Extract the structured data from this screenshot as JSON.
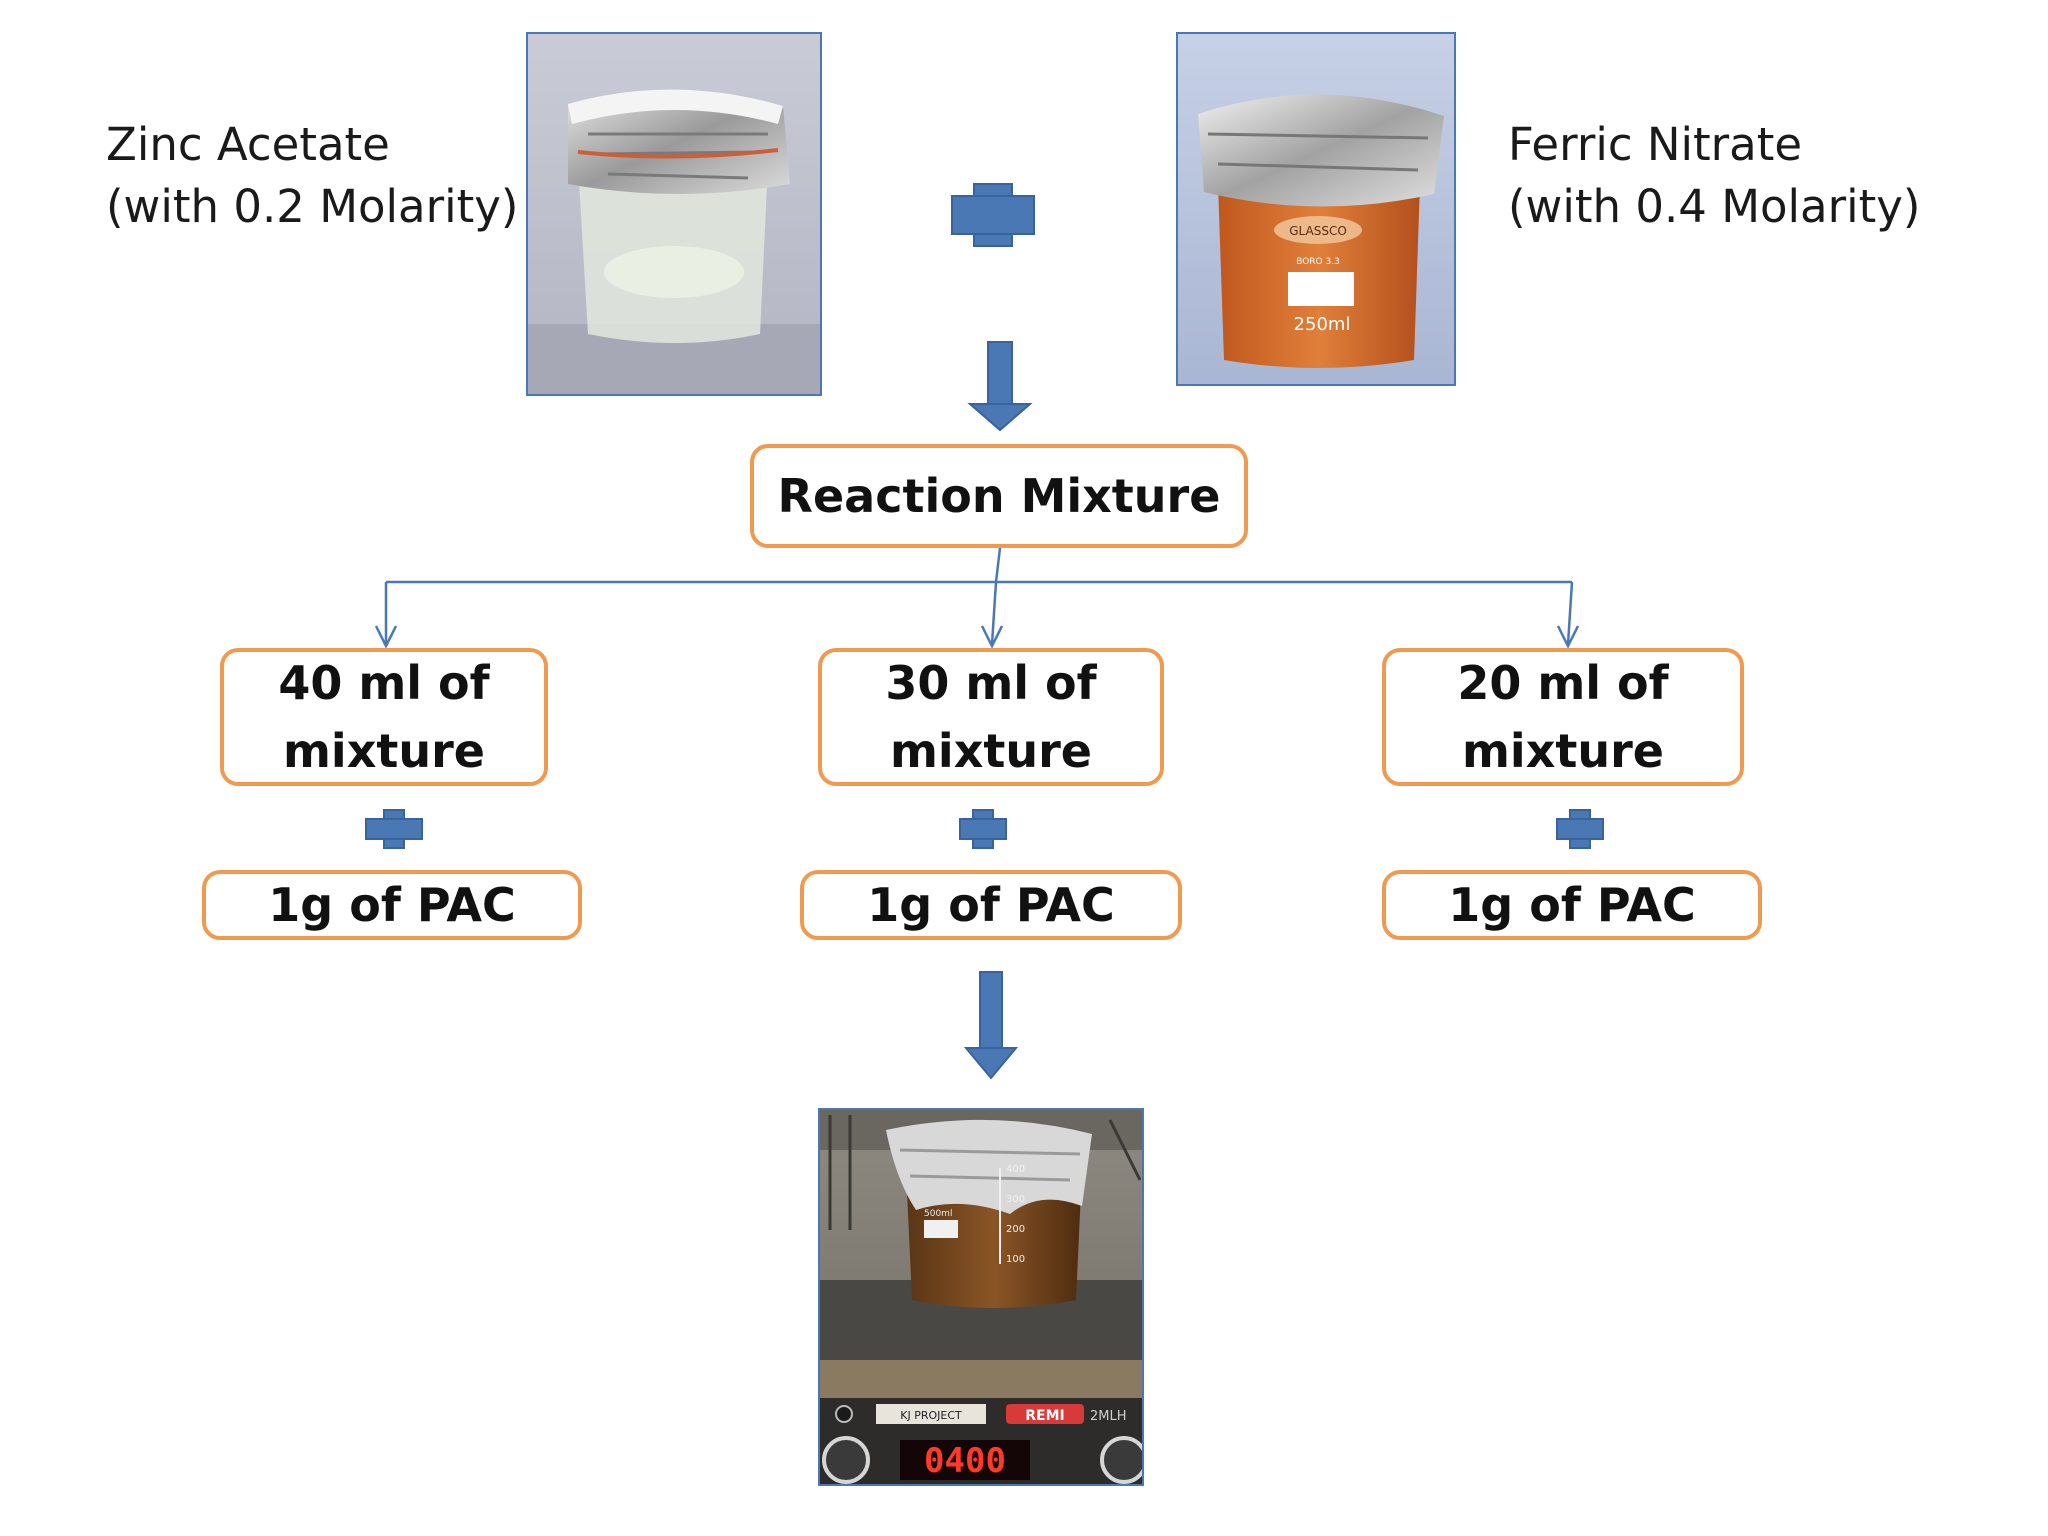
{
  "inputs": {
    "left": {
      "line1": "Zinc Acetate",
      "line2": "(with 0.2 Molarity)"
    },
    "right": {
      "line1": "Ferric Nitrate",
      "line2": "(with 0.4 Molarity)"
    }
  },
  "photos": {
    "zinc_beaker": {
      "text": ""
    },
    "ferric_beaker": {
      "glass_brand": "GLASSCO",
      "glass_type": "BORO 3.3",
      "volume_mark": "250ml"
    },
    "stirrer": {
      "beaker_marks": [
        "400",
        "300",
        "200",
        "100"
      ],
      "beaker_label": "500ml",
      "panel_sticker": "KJ PROJECT",
      "panel_brand": "REMI",
      "panel_model": "2MLH",
      "display": "0400"
    }
  },
  "reaction": {
    "label": "Reaction Mixture"
  },
  "branches": [
    {
      "mixture_line1": "40 ml of",
      "mixture_line2": "mixture",
      "additive": "1g of PAC"
    },
    {
      "mixture_line1": "30 ml of",
      "mixture_line2": "mixture",
      "additive": "1g of PAC"
    },
    {
      "mixture_line1": "20 ml of",
      "mixture_line2": "mixture",
      "additive": "1g of PAC"
    }
  ],
  "colors": {
    "box_border": "#ef9a4e",
    "arrow_fill": "#4a78b5",
    "connector": "#4a78b5"
  }
}
